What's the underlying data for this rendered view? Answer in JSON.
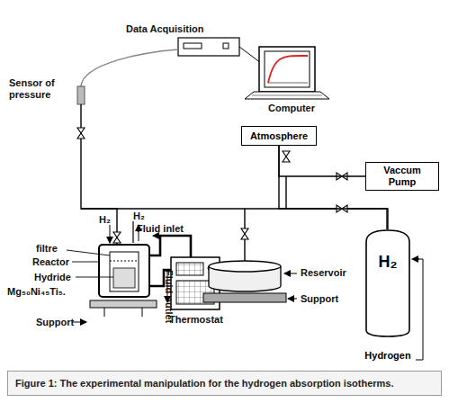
{
  "diagram": {
    "caption": "Figure 1: The experimental manipulation for the hydrogen absorption isotherms.",
    "nodes": [
      {
        "text": [
          "Atmosphere"
        ]
      },
      {
        "text": [
          "Vaccum Pump"
        ]
      },
      {
        "text": [
          "H₂",
          "Hydrogen"
        ]
      }
    ],
    "edges": [
      {
        "from": 0,
        "to": 1,
        "arrow": "none"
      },
      {
        "from": 2,
        "to": 0,
        "arrow": "none"
      }
    ],
    "labels": [
      "Data Acquisition",
      "Computer",
      "Sensor of pressure",
      "H₂",
      "H₂",
      "Fluid inlet",
      "filtre",
      "Reactor",
      "Hydride",
      "Mg₅₀Ni₄₅Ti₅.",
      "Fluid outlet",
      "Support",
      "Thermostat",
      "Reservoir",
      "Support"
    ]
  }
}
